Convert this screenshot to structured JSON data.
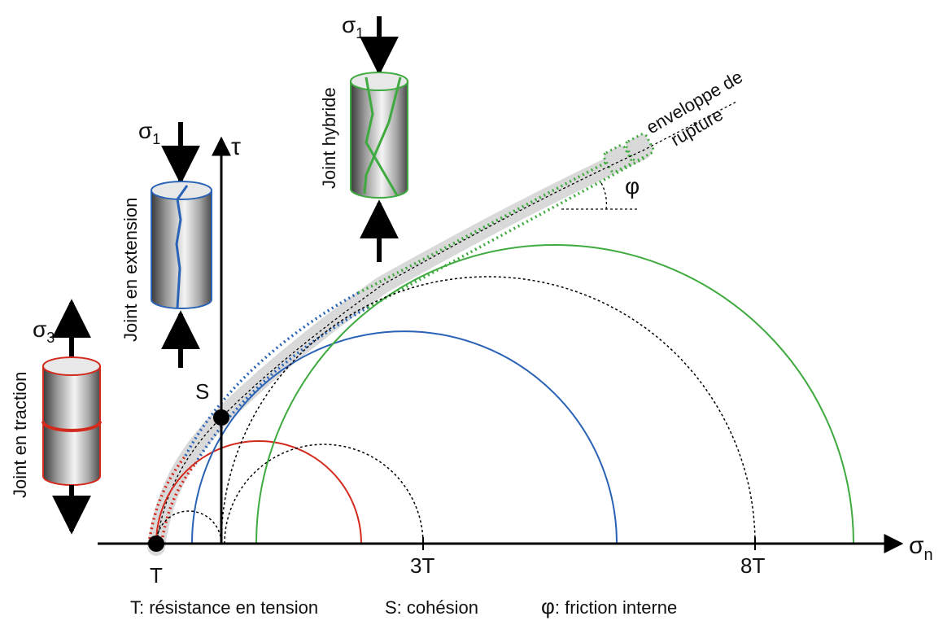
{
  "axes": {
    "x_symbol": "σ",
    "x_sub": "n",
    "y_symbol": "τ",
    "tick_labels": [
      "T",
      "3T",
      "8T"
    ],
    "point_labels": [
      "S"
    ]
  },
  "envelope_label": [
    "enveloppe de",
    "rupture"
  ],
  "angle_label": "φ",
  "specimens": {
    "traction": {
      "label": "Joint en traction",
      "sigma_symbol": "σ",
      "sigma_sub": "3",
      "color": "#d42a1e"
    },
    "extension": {
      "label": "Joint en extension",
      "sigma_symbol": "σ",
      "sigma_sub": "1",
      "color": "#2a62b5"
    },
    "hybride": {
      "label": "Joint hybride",
      "sigma_symbol": "σ",
      "sigma_sub": "1",
      "color": "#3faa3f"
    }
  },
  "legend": {
    "t_def": "T: résistance en tension",
    "s_def": "S: cohésion",
    "phi_symbol": "φ",
    "phi_def": ": friction interne"
  },
  "colors": {
    "red": "#d42a1e",
    "blue": "#2a62b5",
    "green": "#3faa3f",
    "axis": "#000000",
    "envelope_fill": "#d9d9d9"
  }
}
